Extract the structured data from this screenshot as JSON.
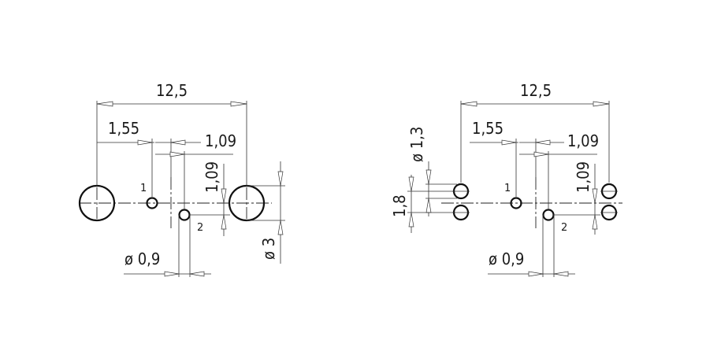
{
  "left_drawing": {
    "total_width_label": "12,5",
    "pin_offset_label": "1,55",
    "pin_spacing_x_label": "1,09",
    "pin_spacing_y_label": "1,09",
    "pin_diameter_label": "ø 0,9",
    "mount_hole_diameter_label": "ø 3",
    "pin1_label": "1",
    "pin2_label": "2"
  },
  "right_drawing": {
    "total_width_label": "12,5",
    "pin_offset_label": "1,55",
    "pin_spacing_x_label": "1,09",
    "pin_spacing_y_label": "1,09",
    "pin_diameter_label": "ø 0,9",
    "hole_diameter_label": "ø 1,3",
    "hole_pitch_label": "1,8",
    "pin1_label": "1",
    "pin2_label": "2"
  }
}
